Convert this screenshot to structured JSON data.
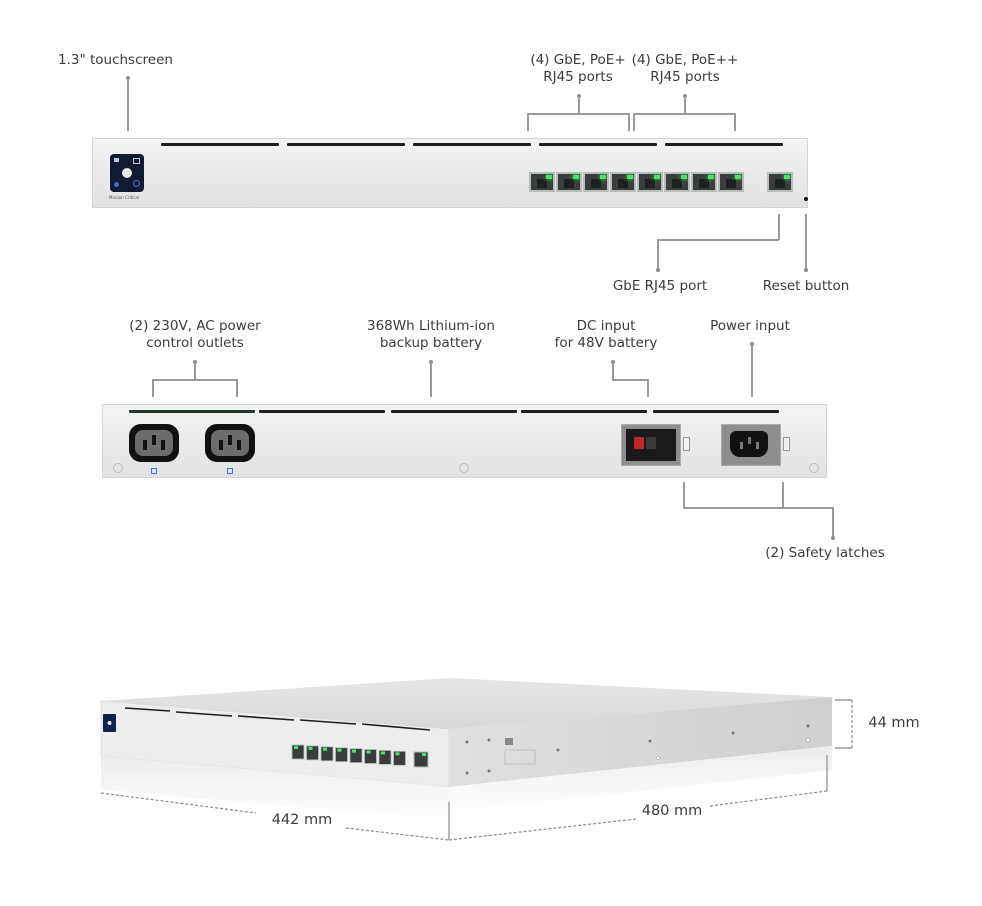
{
  "front_view": {
    "callouts": {
      "touchscreen": "1.3\" touchscreen",
      "poe_plus_ports_line1": "(4) GbE, PoE+",
      "poe_plus_ports_line2": "RJ45 ports",
      "poe_plus_plus_ports_line1": "(4) GbE, PoE++",
      "poe_plus_plus_ports_line2": "RJ45 ports",
      "gbe_port": "GbE RJ45 port",
      "reset_button": "Reset button"
    },
    "brand_label": "Mission Critical",
    "port_count": 8,
    "uplink_port_count": 1,
    "led_color": "#49e36a"
  },
  "rear_view": {
    "callouts": {
      "ac_outlets_line1": "(2) 230V, AC power",
      "ac_outlets_line2": "control outlets",
      "battery_line1": "368Wh Lithium-ion",
      "battery_line2": "backup battery",
      "dc_input_line1": "DC input",
      "dc_input_line2": "for 48V battery",
      "power_input": "Power input",
      "safety_latches": "(2) Safety latches"
    },
    "outlet_count": 2
  },
  "dimensions": {
    "width": "442 mm",
    "depth": "480 mm",
    "height": "44 mm"
  },
  "colors": {
    "chassis": "#e9e9ea",
    "callout_line": "#9a9a9a",
    "text": "#3b3b3b",
    "screen": "#101a33",
    "dc_connector": "#c0262e"
  }
}
